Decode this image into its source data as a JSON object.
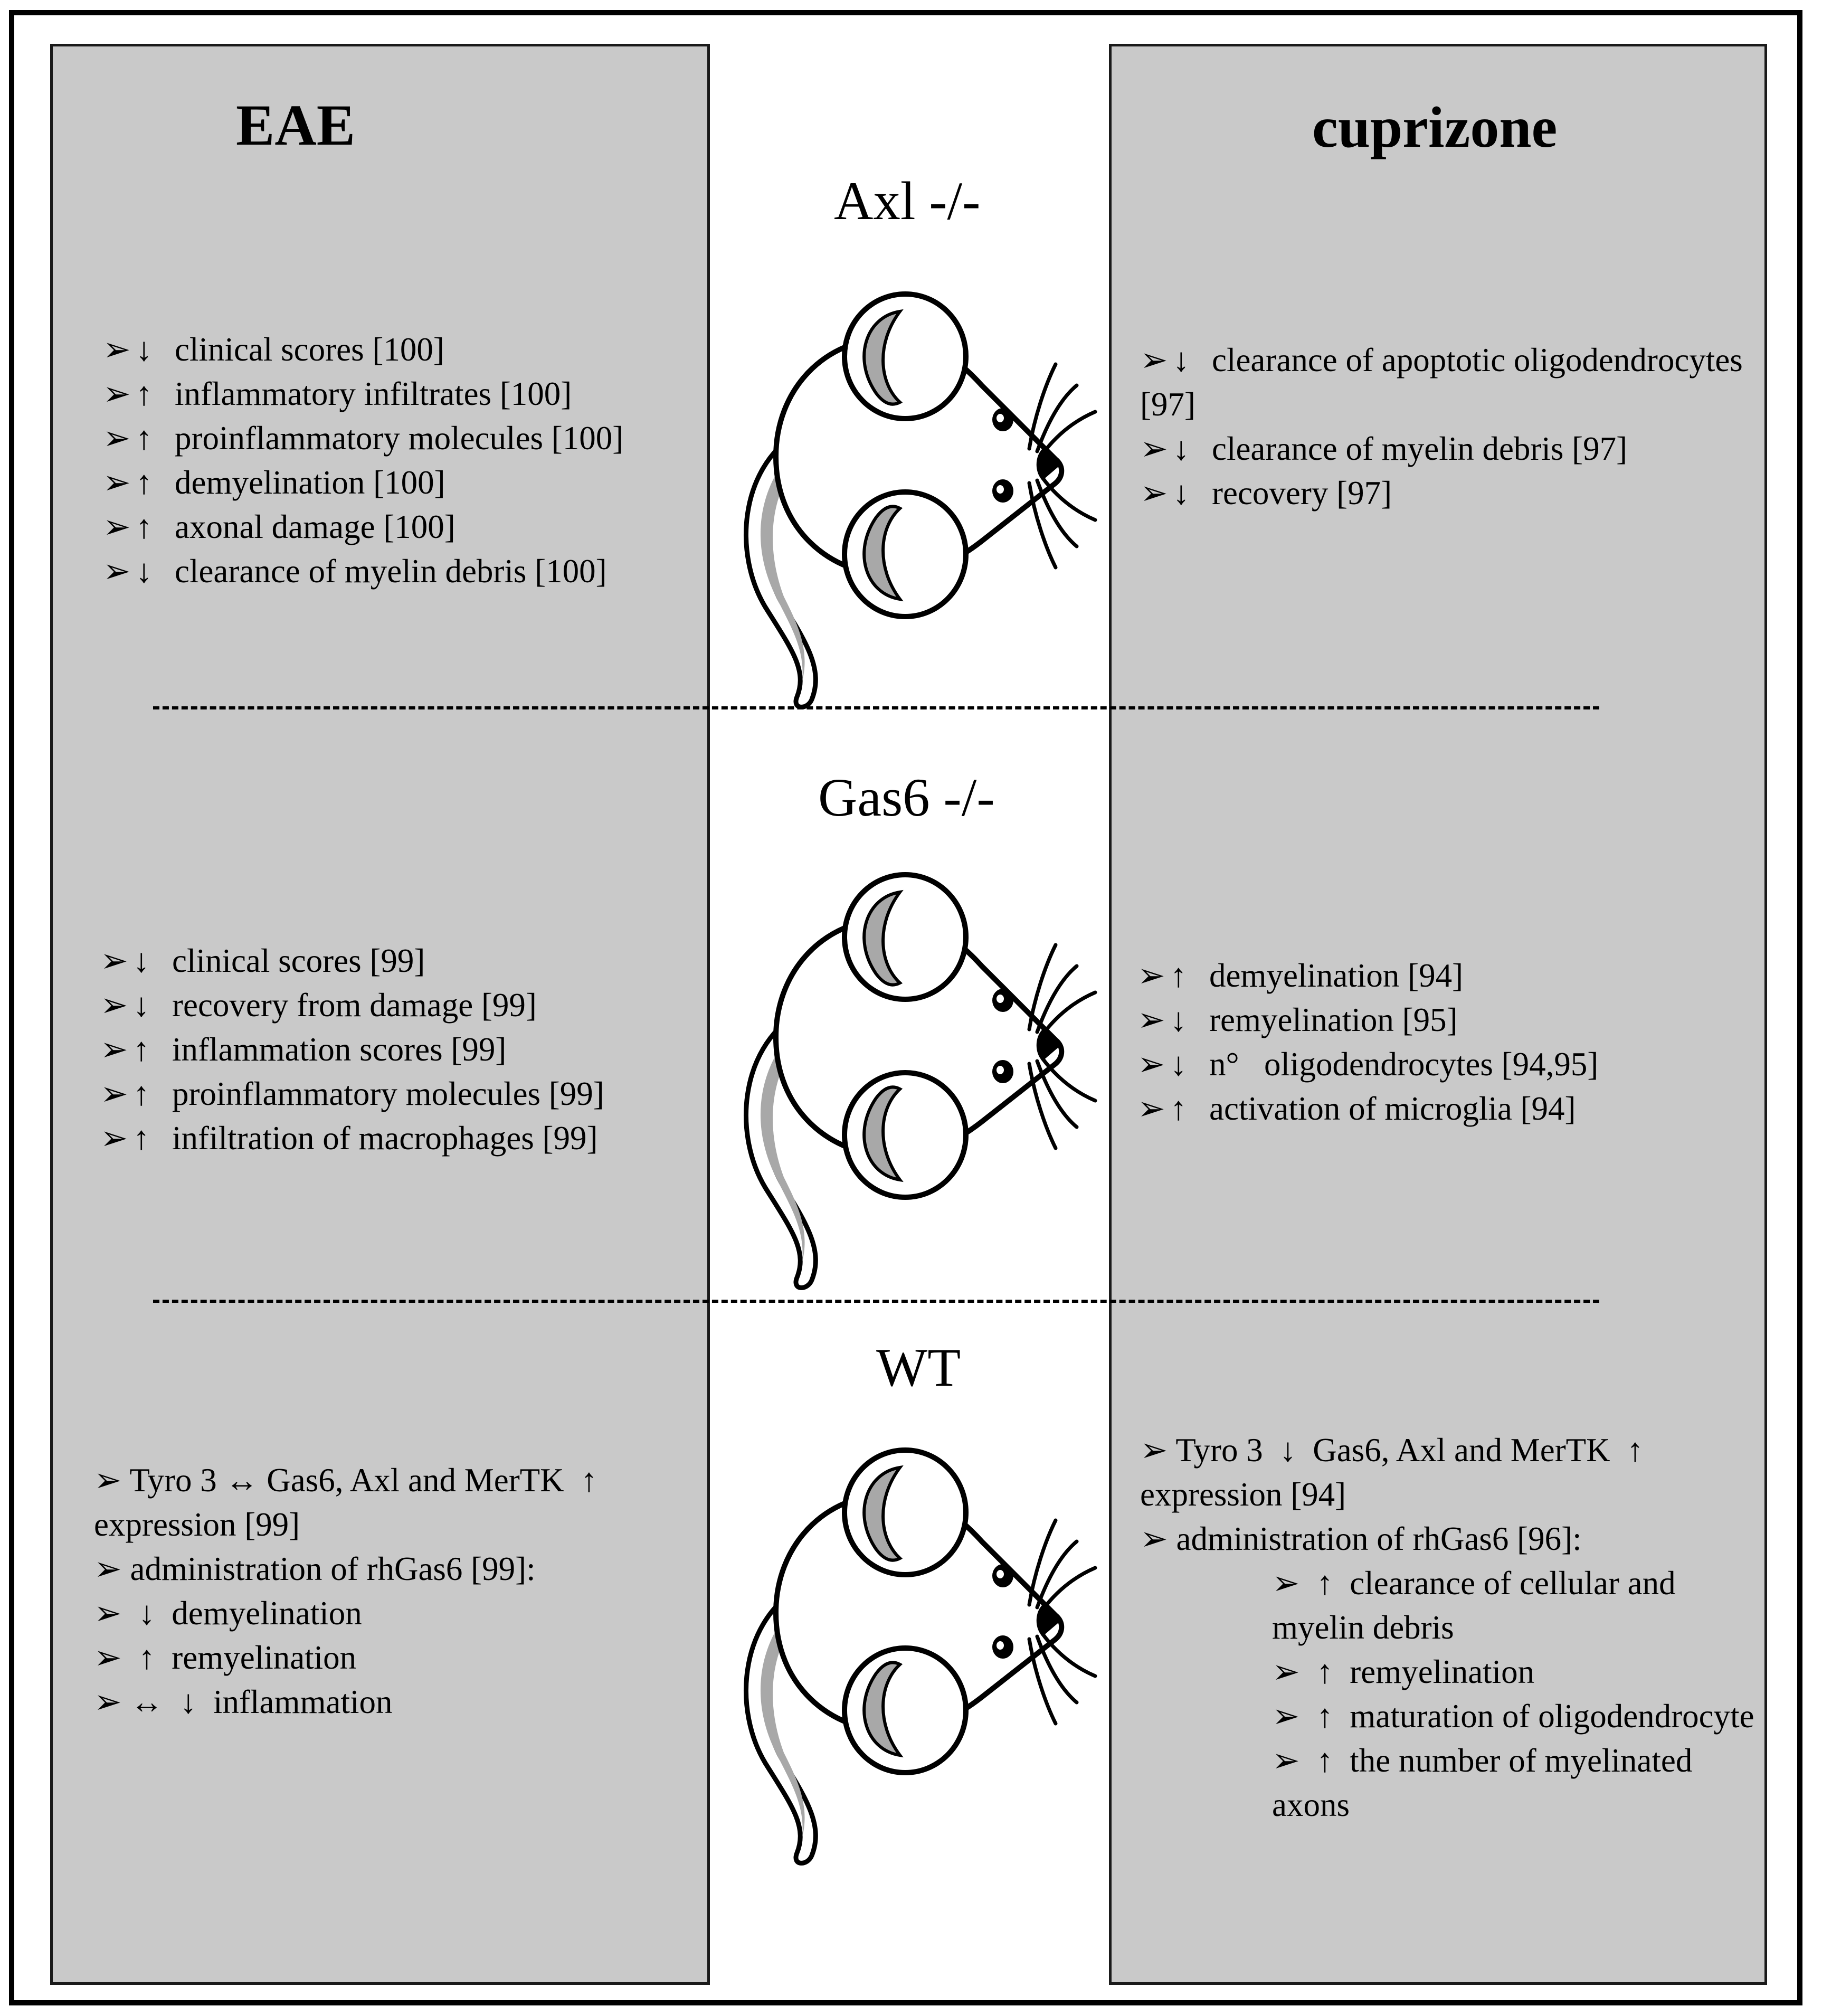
{
  "models": {
    "left": "EAE",
    "right": "cuprizone"
  },
  "genotypes": {
    "axl": "Axl -/-",
    "gas6": "Gas6 -/-",
    "wt": "WT"
  },
  "symbols": {
    "bullet": "➢",
    "down": "↓",
    "up": "↑",
    "bidirectional": "↔"
  },
  "eae": {
    "axl": [
      "clinical scores [100]",
      "inflammatory infiltrates [100]",
      "proinflammatory molecules [100]",
      "demyelination [100]",
      "axonal damage [100]",
      "clearance of myelin debris [100]"
    ],
    "gas6": [
      "clinical scores [99]",
      "recovery from damage [99]",
      "inflammation scores [99]",
      "proinflammatory molecules [99]",
      "infiltration of macrophages [99]"
    ],
    "wt": {
      "line1_a": "Tyro 3",
      "line1_b": "Gas6, Axl and MerTK",
      "line1_c": "expression [99]",
      "line2": "administration of rhGas6 [99]:",
      "sub1": "demyelination",
      "sub2": "remyelination",
      "sub3": "inflammation"
    }
  },
  "cuprizone": {
    "axl": [
      "clearance of apoptotic oligodendrocytes [97]",
      "clearance of myelin debris [97]",
      "recovery [97]"
    ],
    "gas6": [
      "demyelination [94]",
      "remyelination [95]",
      "n°   oligodendrocytes [94,95]",
      "activation of microglia [94]"
    ],
    "wt": {
      "line1_a": "Tyro 3",
      "line1_b": "Gas6, Axl and MerTK",
      "line1_c": "expression [94]",
      "line2": "administration of rhGas6 [96]:",
      "sub1": "clearance of cellular and myelin debris",
      "sub2": "remyelination",
      "sub3": "maturation of oligodendrocyte",
      "sub4": "the number of myelinated axons"
    }
  }
}
